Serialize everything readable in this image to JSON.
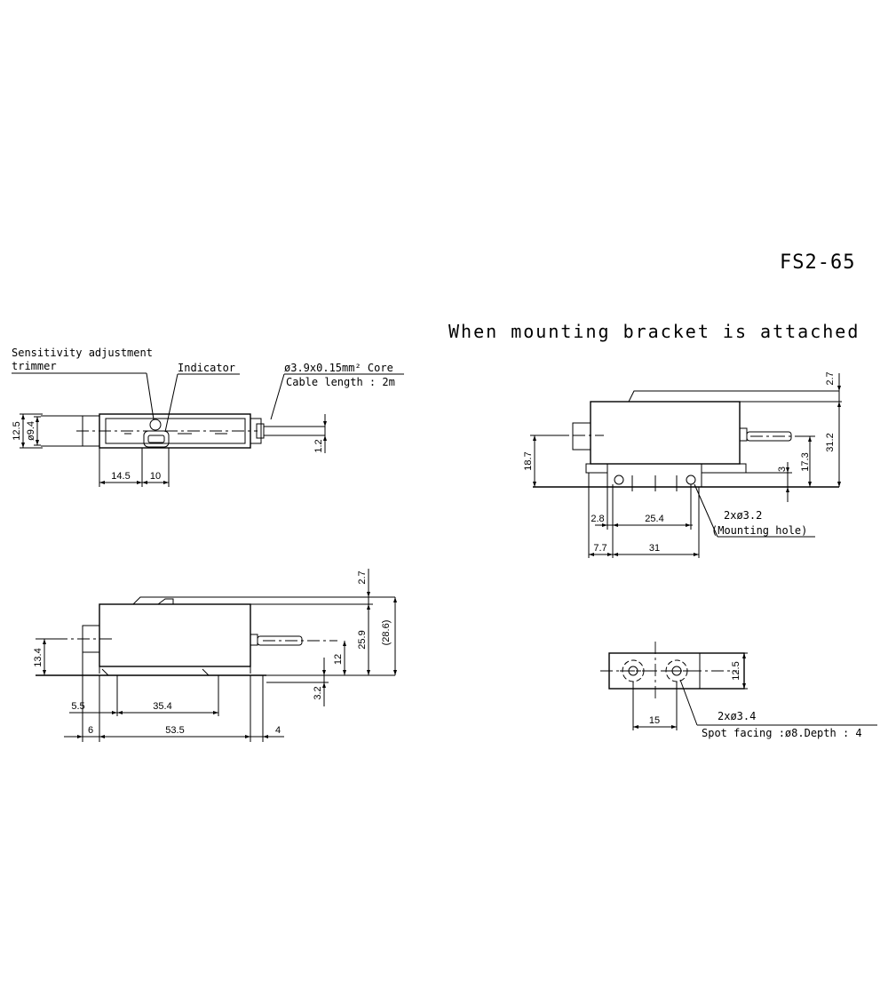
{
  "model": "FS2-65",
  "bracket_title": "When mounting bracket is attached",
  "labels": {
    "trimmer_line1": "Sensitivity adjustment",
    "trimmer_line2": "trimmer",
    "indicator": "Indicator",
    "cable_line1": "ø3.9x0.15mm² Core",
    "cable_line2": "Cable length : 2m",
    "mounting_hole_line1": "2xø3.2",
    "mounting_hole_line2": "(Mounting hole)",
    "spot_line1": "2xø3.4",
    "spot_line2": "Spot facing :ø8.Depth : 4"
  },
  "dims_top": {
    "h12_5": "12.5",
    "d9_4": "ø9.4",
    "d1_2": "1.2",
    "w14_5": "14.5",
    "w10": "10"
  },
  "dims_side": {
    "h2_7": "2.7",
    "h13_4": "13.4",
    "h25_9": "25.9",
    "h28_6": "(28.6)",
    "h12": "12",
    "h3_2": "3.2",
    "w5_5": "5.5",
    "w35_4": "35.4",
    "w6": "6",
    "w53_5": "53.5",
    "w4": "4"
  },
  "dims_bracket": {
    "h2_7": "2.7",
    "h18_7": "18.7",
    "h31_2": "31.2",
    "h17_3": "17.3",
    "h3": "3",
    "w2_8": "2.8",
    "w25_4": "25.4",
    "w7_7": "7.7",
    "w31": "31"
  },
  "dims_bracket_bottom": {
    "h12_5": "12.5",
    "w15": "15"
  }
}
